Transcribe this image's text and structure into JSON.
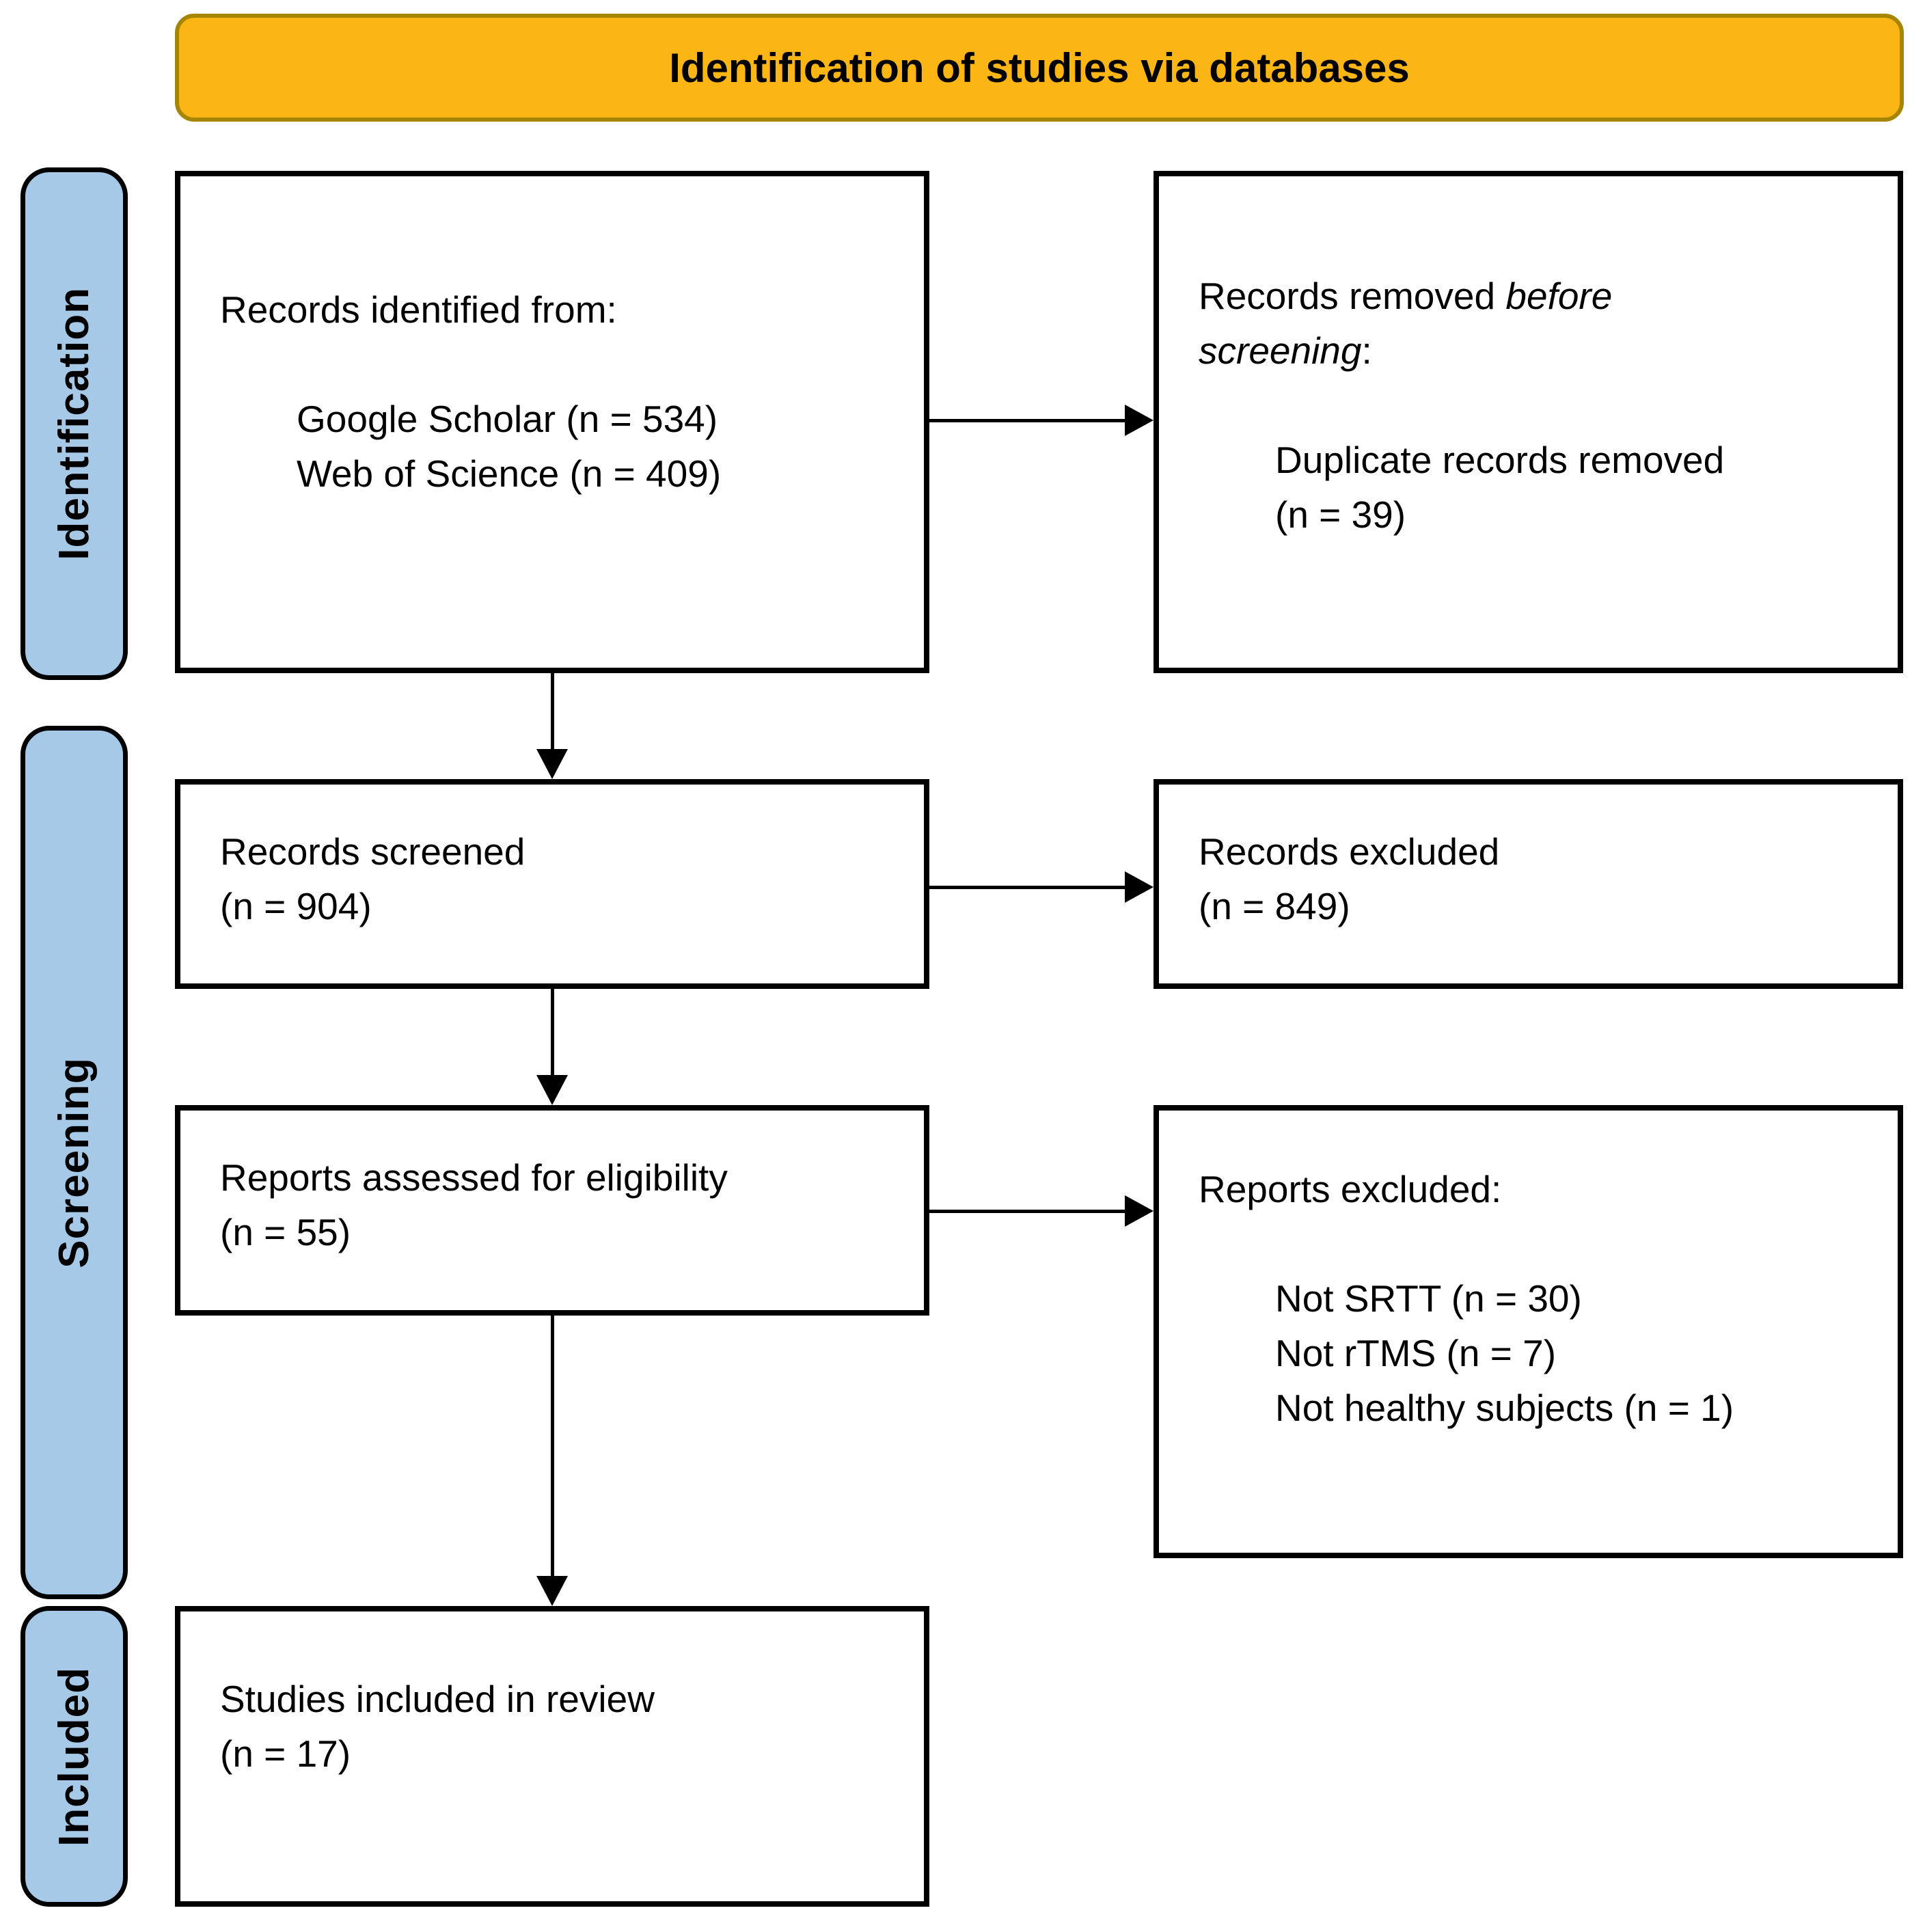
{
  "header": {
    "title": "Identification of studies via databases"
  },
  "colors": {
    "header_fill": "#FBB615",
    "header_border": "#A68600",
    "stage_fill": "#A6C9E8",
    "stage_border": "#000000",
    "box_border": "#000000",
    "arrow": "#000000"
  },
  "stages": [
    {
      "label": "Identification"
    },
    {
      "label": "Screening"
    },
    {
      "label": "Included"
    }
  ],
  "boxes": [
    {
      "id": "records-identified",
      "lines": [
        {
          "text": "Records identified from:"
        },
        {
          "text": ""
        },
        {
          "text": "Google Scholar (n = 534)",
          "indent": true
        },
        {
          "text": "Web of Science (n = 409)",
          "indent": true
        }
      ]
    },
    {
      "id": "records-removed",
      "lines": [
        {
          "segments": [
            {
              "text": "Records removed "
            },
            {
              "text": "before",
              "italic": true
            }
          ]
        },
        {
          "segments": [
            {
              "text": "screening",
              "italic": true
            },
            {
              "text": ":"
            }
          ]
        },
        {
          "text": ""
        },
        {
          "text": "Duplicate records removed",
          "indent": true
        },
        {
          "text": "(n = 39)",
          "indent": true
        }
      ]
    },
    {
      "id": "records-screened",
      "lines": [
        {
          "text": "Records screened"
        },
        {
          "text": "(n = 904)"
        }
      ]
    },
    {
      "id": "records-excluded",
      "lines": [
        {
          "text": "Records excluded"
        },
        {
          "text": "(n = 849)"
        }
      ]
    },
    {
      "id": "reports-assessed",
      "lines": [
        {
          "text": "Reports assessed for eligibility"
        },
        {
          "text": "(n = 55)"
        }
      ]
    },
    {
      "id": "reports-excluded",
      "lines": [
        {
          "text": "Reports excluded:"
        },
        {
          "text": ""
        },
        {
          "text": "Not SRTT (n = 30)",
          "indent": true
        },
        {
          "text": "Not rTMS (n = 7)",
          "indent": true
        },
        {
          "text": "Not healthy subjects (n = 1)",
          "indent": true
        }
      ]
    },
    {
      "id": "studies-included",
      "lines": [
        {
          "text": "Studies included in review"
        },
        {
          "text": "(n = 17)"
        }
      ]
    }
  ]
}
